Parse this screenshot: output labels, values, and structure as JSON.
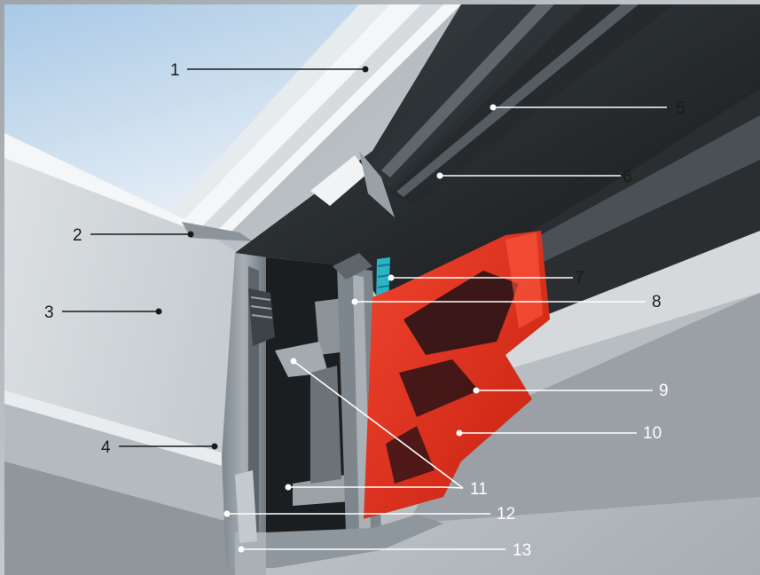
{
  "colors": {
    "sky_top": "#b9d3ea",
    "sky_bottom": "#e9f1f8",
    "profile_grey": "#8d969d",
    "frame_dark": "#23272a",
    "insulation_red": "#e62e1c",
    "seal_cyan": "#2bb3c8",
    "label_dark": "#1a1a1a",
    "label_light": "#ffffff"
  },
  "callouts": [
    {
      "id": "1",
      "label": "1"
    },
    {
      "id": "2",
      "label": "2"
    },
    {
      "id": "3",
      "label": "3"
    },
    {
      "id": "4",
      "label": "4"
    },
    {
      "id": "5",
      "label": "5"
    },
    {
      "id": "6",
      "label": "6"
    },
    {
      "id": "7",
      "label": "7"
    },
    {
      "id": "8",
      "label": "8"
    },
    {
      "id": "9",
      "label": "9"
    },
    {
      "id": "10",
      "label": "10"
    },
    {
      "id": "11",
      "label": "11"
    },
    {
      "id": "12",
      "label": "12"
    },
    {
      "id": "13",
      "label": "13"
    }
  ]
}
